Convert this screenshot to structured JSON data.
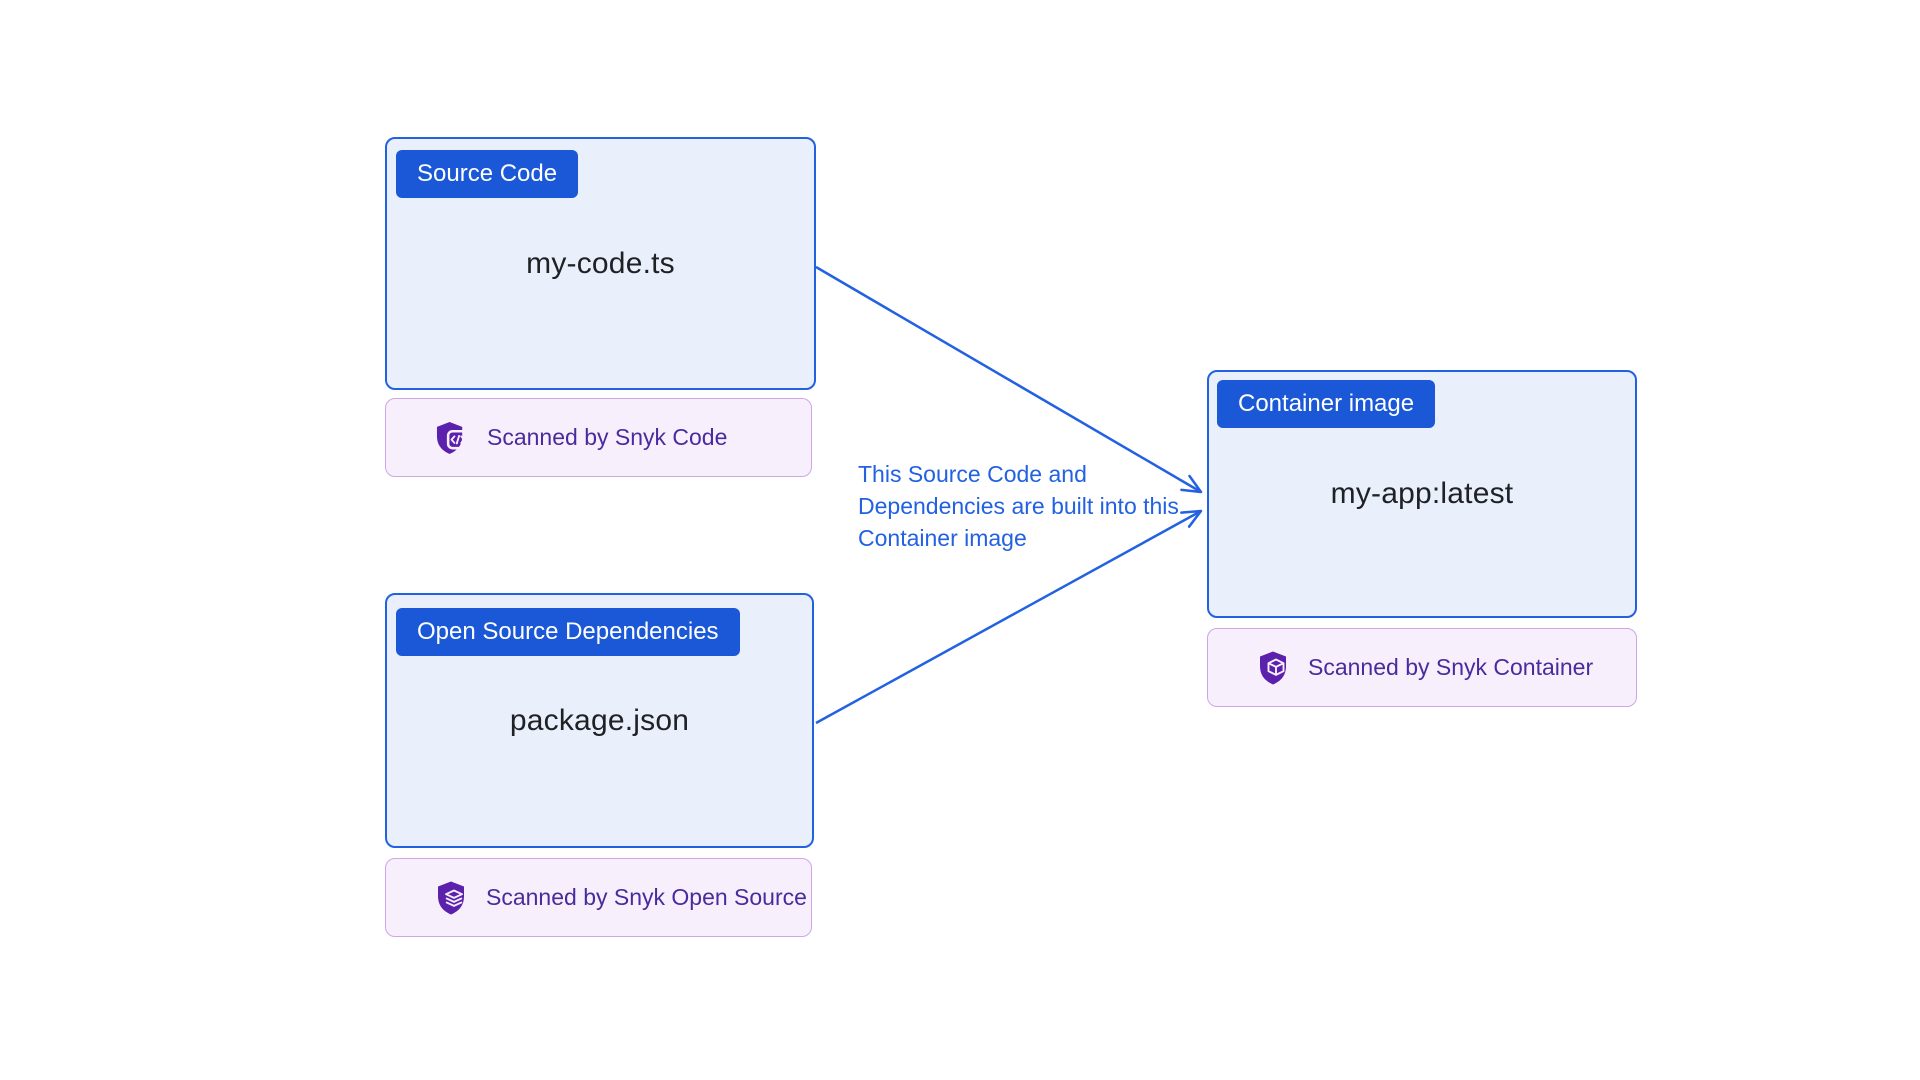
{
  "colors": {
    "blue": "#1a58d8",
    "blue_border": "#2161e2",
    "box_fill": "#e9f0fc",
    "badge_fill": "#f7f0fc",
    "badge_border": "#d0a5ea",
    "badge_text": "#4a2b9e",
    "icon_purple": "#5b21ad",
    "label_text": "#202124",
    "page_bg": "#ffffff"
  },
  "nodes": {
    "source_code": {
      "tag": "Source Code",
      "label": "my-code.ts"
    },
    "open_source_dependencies": {
      "tag": "Open Source Dependencies",
      "label": "package.json"
    },
    "container_image": {
      "tag": "Container image",
      "label": "my-app:latest"
    }
  },
  "badges": {
    "code": {
      "label": "Scanned by Snyk Code",
      "icon": "snyk-code-shield"
    },
    "open_source": {
      "label": "Scanned by Snyk Open Source",
      "icon": "snyk-open-source-shield"
    },
    "container": {
      "label": "Scanned by Snyk Container",
      "icon": "snyk-container-shield"
    }
  },
  "annotation": {
    "lines": [
      "This Source Code and",
      "Dependencies are built into this",
      "Container image"
    ]
  }
}
